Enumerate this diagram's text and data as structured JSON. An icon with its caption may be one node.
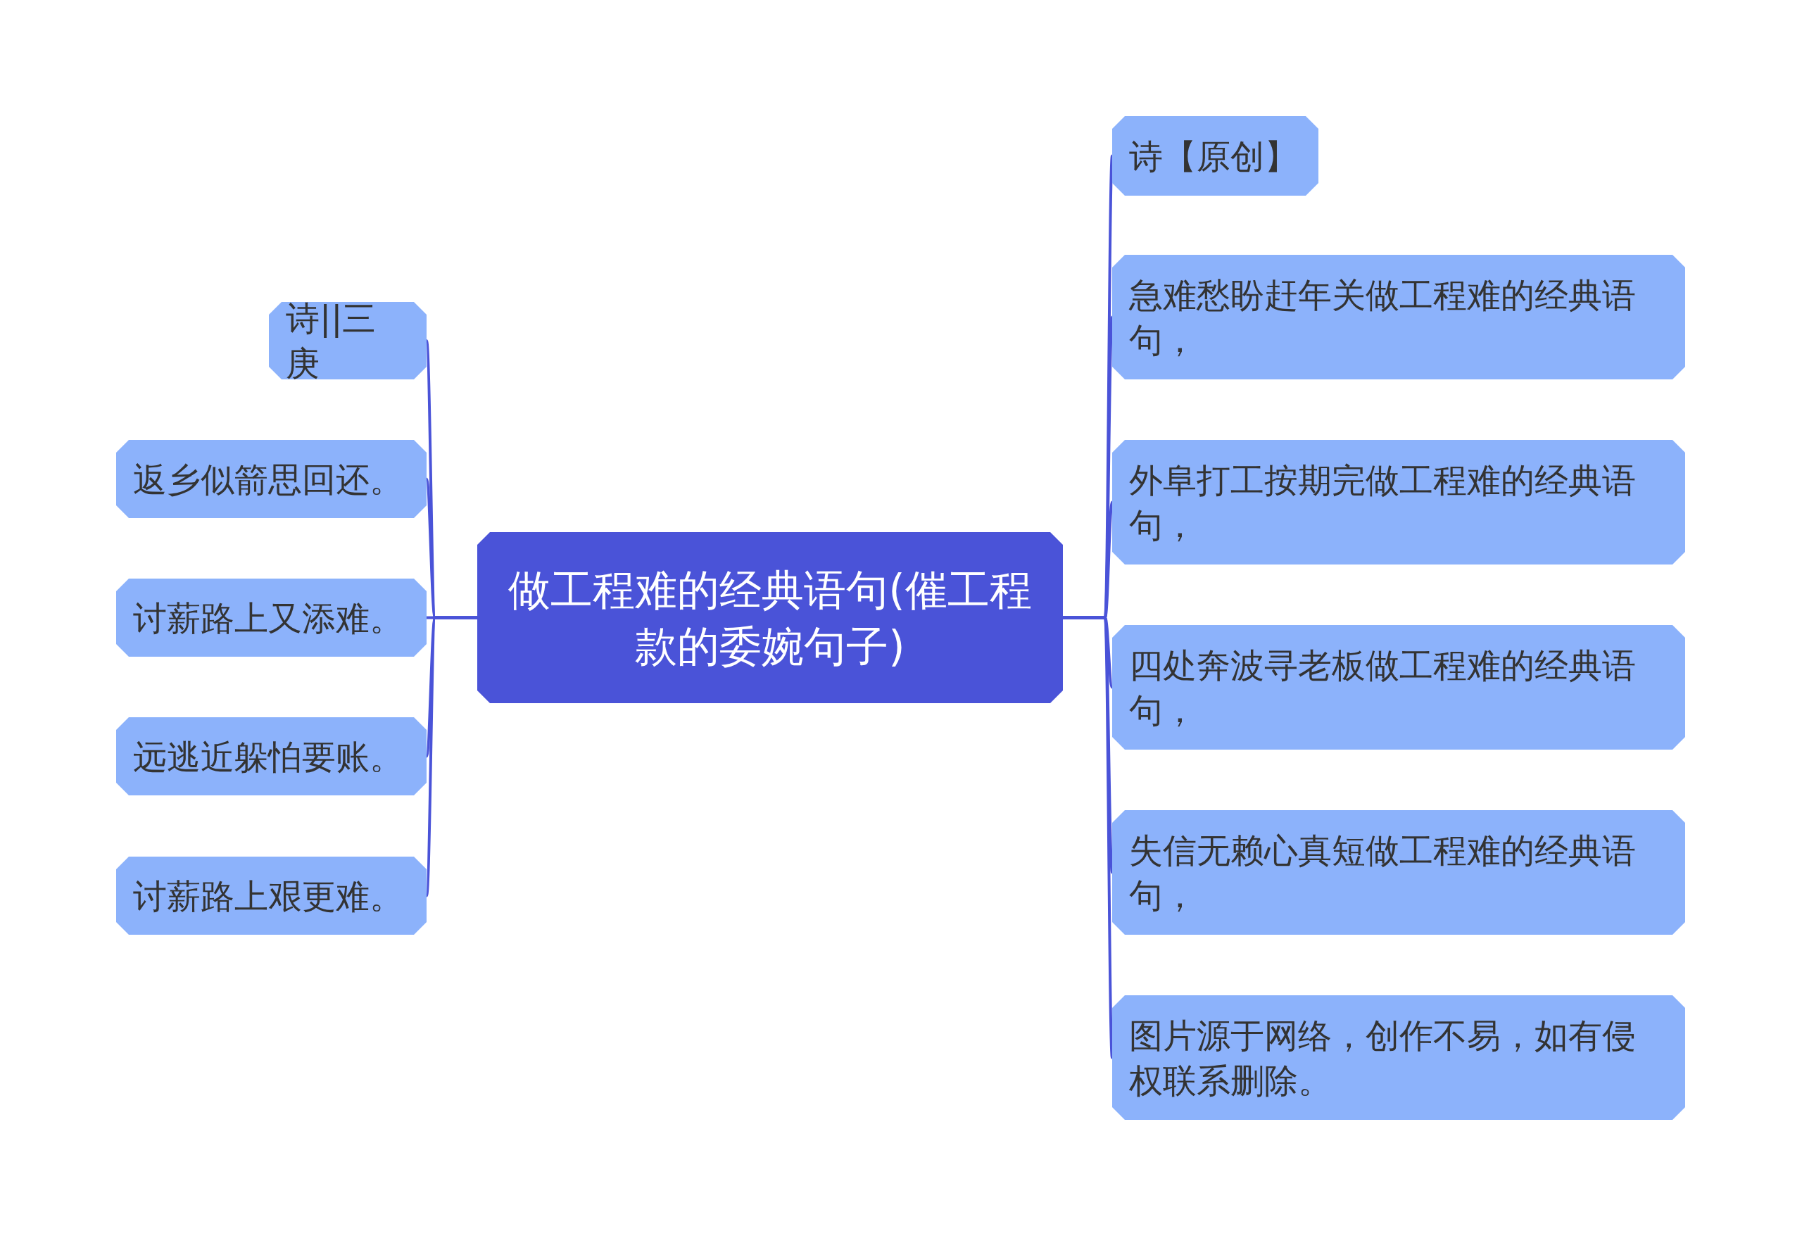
{
  "diagram": {
    "nodes": [
      {
        "text": [
          "做工程难的经典语句(催工程款的委婉句子)"
        ]
      },
      {
        "text": [
          "诗||三庚"
        ]
      },
      {
        "text": [
          "返乡似箭思回还。"
        ]
      },
      {
        "text": [
          "讨薪路上又添难。"
        ]
      },
      {
        "text": [
          "远逃近躲怕要账。"
        ]
      },
      {
        "text": [
          "讨薪路上艰更难。"
        ]
      },
      {
        "text": [
          "诗【原创】"
        ]
      },
      {
        "text": [
          "急难愁盼赶年关做工程难的经典语句，"
        ]
      },
      {
        "text": [
          "外阜打工按期完做工程难的经典语句，"
        ]
      },
      {
        "text": [
          "四处奔波寻老板做工程难的经典语句，"
        ]
      },
      {
        "text": [
          "失信无赖心真短做工程难的经典语句，"
        ]
      },
      {
        "text": [
          "图片源于网络，创作不易，如有侵权联系删除。"
        ]
      }
    ],
    "edges": [
      {
        "from": 0,
        "to": 1,
        "arrow": "none"
      },
      {
        "from": 0,
        "to": 2,
        "arrow": "none"
      },
      {
        "from": 0,
        "to": 3,
        "arrow": "none"
      },
      {
        "from": 0,
        "to": 4,
        "arrow": "none"
      },
      {
        "from": 0,
        "to": 5,
        "arrow": "none"
      },
      {
        "from": 0,
        "to": 6,
        "arrow": "none"
      },
      {
        "from": 0,
        "to": 7,
        "arrow": "none"
      },
      {
        "from": 0,
        "to": 8,
        "arrow": "none"
      },
      {
        "from": 0,
        "to": 9,
        "arrow": "none"
      },
      {
        "from": 0,
        "to": 10,
        "arrow": "none"
      },
      {
        "from": 0,
        "to": 11,
        "arrow": "none"
      }
    ]
  }
}
